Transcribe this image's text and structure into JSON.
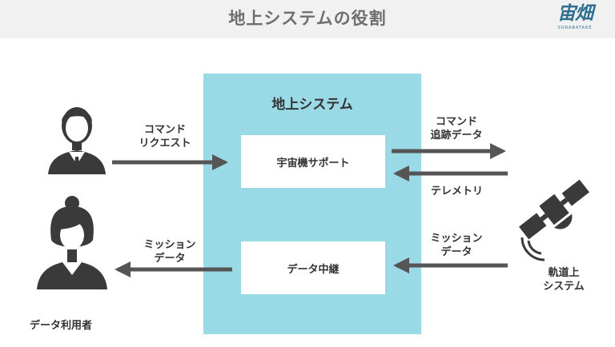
{
  "header": {
    "title": "地上システムの役割",
    "logo_text": "宙畑",
    "logo_subtext": "SORABATAKE"
  },
  "ground_system": {
    "title": "地上システム",
    "support_box": "宇宙機サポート",
    "relay_box": "データ中継"
  },
  "flows": {
    "command_request": [
      "コマンド",
      "リクエスト"
    ],
    "command_tracking": [
      "コマンド",
      "追跡データ"
    ],
    "telemetry": "テレメトリ",
    "mission_data_left": [
      "ミッション",
      "データ"
    ],
    "mission_data_right": [
      "ミッション",
      "データ"
    ]
  },
  "actors": {
    "data_user": "データ利用者",
    "orbital_system": [
      "軌道上",
      "システム"
    ]
  },
  "colors": {
    "panel": "#99dae6",
    "arrow": "#555555",
    "figure": "#3a3a3a",
    "header_bg": "#f1f1f1"
  },
  "icons": {
    "requester": "businessman-icon",
    "data_user": "businesswoman-icon",
    "satellite": "satellite-icon"
  }
}
